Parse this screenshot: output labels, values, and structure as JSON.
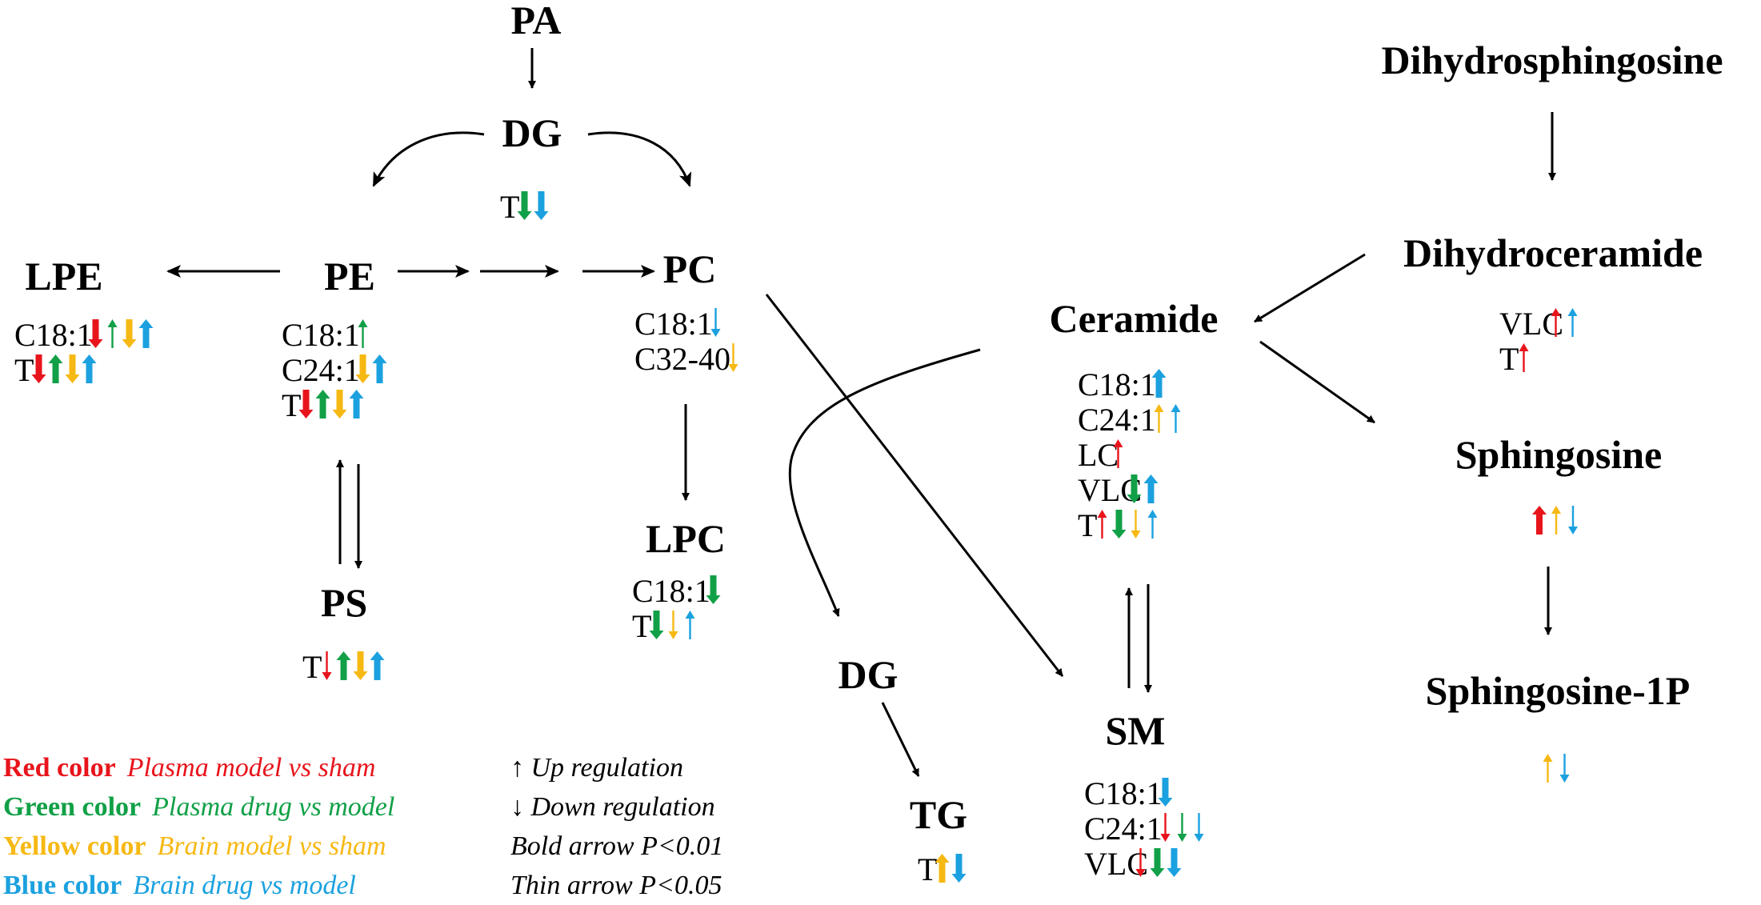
{
  "colors": {
    "red": "#e8141c",
    "green": "#11a047",
    "yellow": "#f6b813",
    "blue": "#1ba1df"
  },
  "nodes": {
    "pa": "PA",
    "dg_top": "DG",
    "lpe": "LPE",
    "pe": "PE",
    "pc": "PC",
    "ps": "PS",
    "lpc": "LPC",
    "dg_mid": "DG",
    "tg": "TG",
    "dihydrosphingosine": "Dihydrosphingosine",
    "dihydroceramide": "Dihydroceramide",
    "ceramide": "Ceramide",
    "sphingosine": "Sphingosine",
    "sm": "SM",
    "sphingosine_1p": "Sphingosine-1P"
  },
  "annotations": {
    "dg_top": [
      {
        "label": "T",
        "arrows": [
          [
            "down",
            "green",
            "bold"
          ],
          [
            "down",
            "blue",
            "bold"
          ]
        ]
      }
    ],
    "lpe": [
      {
        "label": "C18:1",
        "arrows": [
          [
            "down",
            "red",
            "bold"
          ],
          [
            "up",
            "green",
            "thin"
          ],
          [
            "down",
            "yellow",
            "bold"
          ],
          [
            "up",
            "blue",
            "bold"
          ]
        ]
      },
      {
        "label": "T",
        "arrows": [
          [
            "down",
            "red",
            "bold"
          ],
          [
            "up",
            "green",
            "bold"
          ],
          [
            "down",
            "yellow",
            "bold"
          ],
          [
            "up",
            "blue",
            "bold"
          ]
        ]
      }
    ],
    "pe": [
      {
        "label": "C18:1",
        "arrows": [
          [
            "up",
            "green",
            "thin"
          ]
        ]
      },
      {
        "label": "C24:1",
        "arrows": [
          [
            "down",
            "yellow",
            "bold"
          ],
          [
            "up",
            "blue",
            "bold"
          ]
        ]
      },
      {
        "label": "T",
        "arrows": [
          [
            "down",
            "red",
            "bold"
          ],
          [
            "up",
            "green",
            "bold"
          ],
          [
            "down",
            "yellow",
            "bold"
          ],
          [
            "up",
            "blue",
            "bold"
          ]
        ]
      }
    ],
    "pc": [
      {
        "label": "C18:1",
        "arrows": [
          [
            "down",
            "blue",
            "thin"
          ]
        ]
      },
      {
        "label": "C32-40",
        "arrows": [
          [
            "down",
            "yellow",
            "thin"
          ]
        ]
      }
    ],
    "ps": [
      {
        "label": "T",
        "arrows": [
          [
            "down",
            "red",
            "thin"
          ],
          [
            "up",
            "green",
            "bold"
          ],
          [
            "down",
            "yellow",
            "bold"
          ],
          [
            "up",
            "blue",
            "bold"
          ]
        ]
      }
    ],
    "lpc": [
      {
        "label": "C18:1",
        "arrows": [
          [
            "down",
            "green",
            "bold"
          ]
        ]
      },
      {
        "label": "T",
        "arrows": [
          [
            "down",
            "green",
            "bold"
          ],
          [
            "down",
            "yellow",
            "thin"
          ],
          [
            "up",
            "blue",
            "thin"
          ]
        ]
      }
    ],
    "tg": [
      {
        "label": "T",
        "arrows": [
          [
            "up",
            "yellow",
            "bold"
          ],
          [
            "down",
            "blue",
            "bold"
          ]
        ]
      }
    ],
    "dihydroceramide": [
      {
        "label": "VLC",
        "arrows": [
          [
            "up",
            "red",
            "thin"
          ],
          [
            "up",
            "blue",
            "thin"
          ]
        ]
      },
      {
        "label": "T",
        "arrows": [
          [
            "up",
            "red",
            "thin"
          ]
        ]
      }
    ],
    "ceramide": [
      {
        "label": "C18:1",
        "arrows": [
          [
            "up",
            "blue",
            "bold"
          ]
        ]
      },
      {
        "label": "C24:1",
        "arrows": [
          [
            "up",
            "yellow",
            "thin"
          ],
          [
            "up",
            "blue",
            "thin"
          ]
        ]
      },
      {
        "label": "LC",
        "arrows": [
          [
            "up",
            "red",
            "thin"
          ]
        ]
      },
      {
        "label": "VLC",
        "arrows": [
          [
            "down",
            "green",
            "bold"
          ],
          [
            "up",
            "blue",
            "bold"
          ]
        ]
      },
      {
        "label": "T",
        "arrows": [
          [
            "up",
            "red",
            "thin"
          ],
          [
            "down",
            "green",
            "bold"
          ],
          [
            "down",
            "yellow",
            "thin"
          ],
          [
            "up",
            "blue",
            "thin"
          ]
        ]
      }
    ],
    "sphingosine": [
      {
        "label": "",
        "arrows": [
          [
            "up",
            "red",
            "bold"
          ],
          [
            "up",
            "yellow",
            "thin"
          ],
          [
            "down",
            "blue",
            "thin"
          ]
        ]
      }
    ],
    "sm": [
      {
        "label": "C18:1",
        "arrows": [
          [
            "down",
            "blue",
            "bold"
          ]
        ]
      },
      {
        "label": "C24:1",
        "arrows": [
          [
            "down",
            "red",
            "thin"
          ],
          [
            "down",
            "green",
            "thin"
          ],
          [
            "down",
            "blue",
            "thin"
          ]
        ]
      },
      {
        "label": "VLC",
        "arrows": [
          [
            "down",
            "red",
            "thin"
          ],
          [
            "down",
            "green",
            "bold"
          ],
          [
            "down",
            "blue",
            "bold"
          ]
        ]
      }
    ],
    "sphingosine_1p": [
      {
        "label": "",
        "arrows": [
          [
            "up",
            "yellow",
            "thin"
          ],
          [
            "down",
            "blue",
            "thin"
          ]
        ]
      }
    ]
  },
  "legend": [
    {
      "bold": "Red color",
      "italic": "Plasma model vs sham",
      "color": "red"
    },
    {
      "bold": "Green color",
      "italic": "Plasma drug vs model",
      "color": "green"
    },
    {
      "bold": "Yellow color",
      "italic": "Brain model vs sham",
      "color": "yellow"
    },
    {
      "bold": "Blue color",
      "italic": "Brain drug vs model",
      "color": "blue"
    }
  ],
  "key": {
    "up": "↑ Up regulation",
    "down": "↓ Down regulation",
    "bold": "Bold arrow P<0.01",
    "thin": "Thin arrow P<0.05"
  }
}
